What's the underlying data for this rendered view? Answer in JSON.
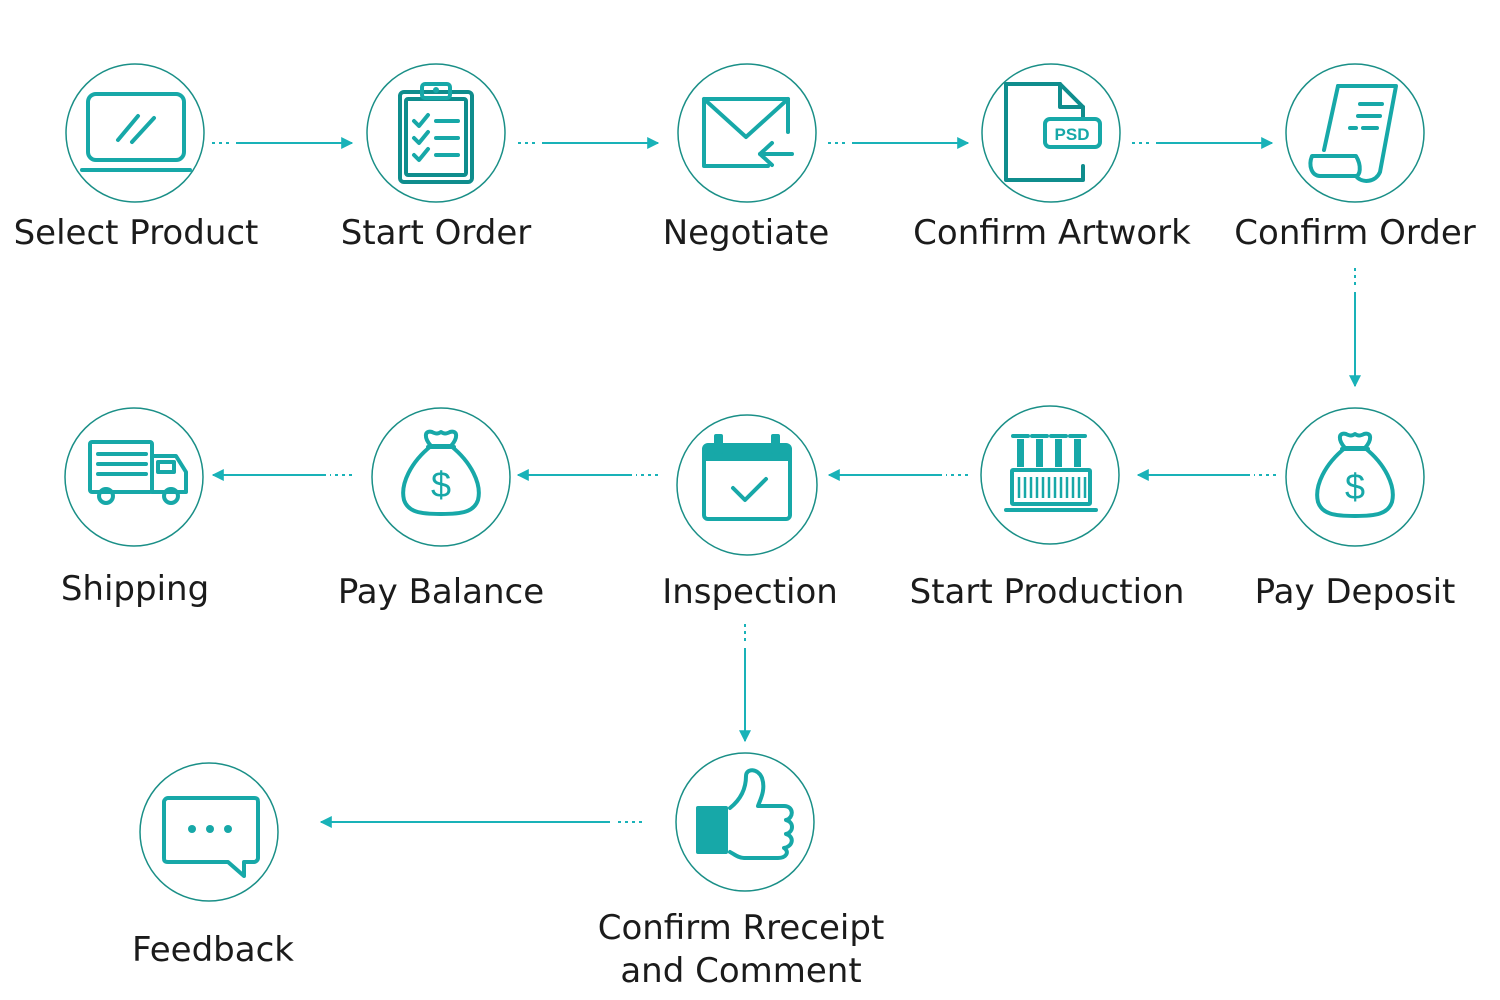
{
  "diagram": {
    "accent_color": "#17a8a8",
    "circle_stroke_color": "#1a8f87",
    "steps": [
      {
        "id": "select-product",
        "label": "Select Product",
        "icon": "laptop-icon"
      },
      {
        "id": "start-order",
        "label": "Start Order",
        "icon": "clipboard-checklist-icon"
      },
      {
        "id": "negotiate",
        "label": "Negotiate",
        "icon": "envelope-arrow-icon"
      },
      {
        "id": "confirm-artwork",
        "label": "Confirm Artwork",
        "icon": "psd-file-icon",
        "icon_text": "PSD"
      },
      {
        "id": "confirm-order",
        "label": "Confirm Order",
        "icon": "receipt-scroll-icon"
      },
      {
        "id": "pay-deposit",
        "label": "Pay Deposit",
        "icon": "money-bag-icon",
        "icon_text": "$"
      },
      {
        "id": "start-production",
        "label": "Start Production",
        "icon": "factory-icon"
      },
      {
        "id": "inspection",
        "label": "Inspection",
        "icon": "calendar-check-icon"
      },
      {
        "id": "pay-balance",
        "label": "Pay Balance",
        "icon": "money-bag-icon",
        "icon_text": "$"
      },
      {
        "id": "shipping",
        "label": "Shipping",
        "icon": "delivery-truck-icon"
      },
      {
        "id": "confirm-receipt",
        "label_lines": [
          "Confirm Rreceipt",
          "and Comment"
        ],
        "icon": "thumbs-up-icon"
      },
      {
        "id": "feedback",
        "label": "Feedback",
        "icon": "chat-bubble-icon"
      }
    ]
  }
}
